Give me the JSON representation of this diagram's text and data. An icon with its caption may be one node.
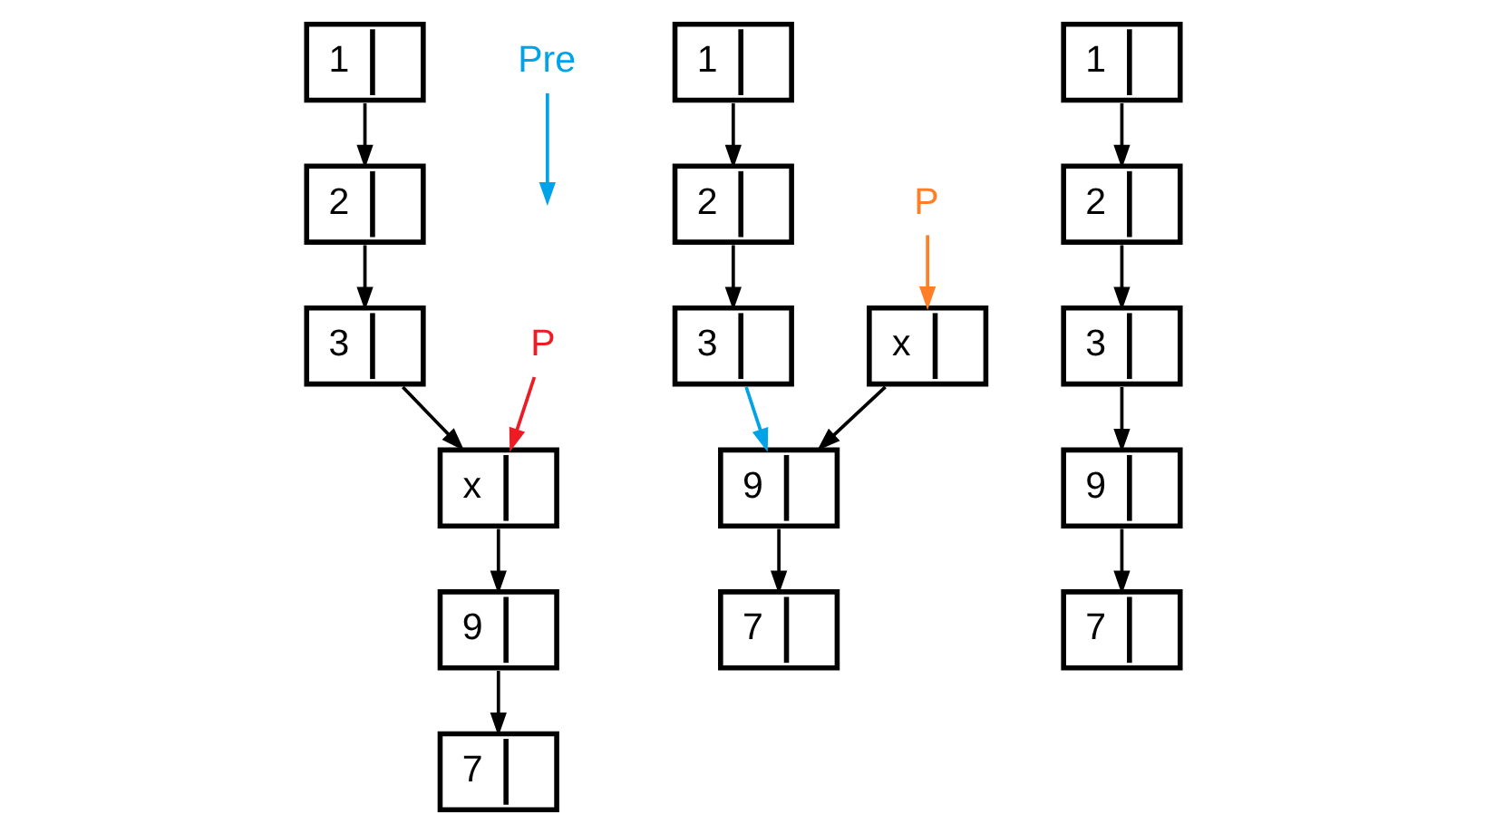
{
  "diagram": {
    "nodes": [
      {
        "text": [
          "1"
        ]
      },
      {
        "text": [
          "2"
        ]
      },
      {
        "text": [
          "P"
        ]
      },
      {
        "text": [
          "x"
        ]
      },
      {
        "text": [
          "3"
        ]
      },
      {
        "text": [
          "Pre"
        ]
      },
      {
        "text": [
          "9"
        ]
      },
      {
        "text": [
          "7"
        ]
      },
      {
        "text": [
          "1"
        ]
      },
      {
        "text": [
          "2"
        ]
      },
      {
        "text": [
          "P"
        ]
      },
      {
        "text": [
          "x"
        ]
      },
      {
        "text": [
          "3"
        ]
      },
      {
        "text": [
          "9"
        ]
      },
      {
        "text": [
          "7"
        ]
      },
      {
        "text": [
          "1"
        ]
      },
      {
        "text": [
          "2"
        ]
      },
      {
        "text": [
          "3"
        ]
      },
      {
        "text": [
          "9"
        ]
      },
      {
        "text": [
          "7"
        ]
      }
    ],
    "edges": [
      {
        "from": 0,
        "to": 1,
        "arrow": "to"
      },
      {
        "from": 1,
        "to": 4,
        "arrow": "to"
      },
      {
        "from": 4,
        "to": 3,
        "arrow": "to"
      },
      {
        "from": 3,
        "to": 6,
        "arrow": "to"
      },
      {
        "from": 6,
        "to": 7,
        "arrow": "to"
      },
      {
        "from": 2,
        "to": 3,
        "arrow": "to",
        "color": "#ed1c24"
      },
      {
        "from": 5,
        "to": null,
        "arrow": "to",
        "color": "#00a2e8"
      },
      {
        "from": 8,
        "to": 9,
        "arrow": "to"
      },
      {
        "from": 9,
        "to": 12,
        "arrow": "to"
      },
      {
        "from": 11,
        "to": 13,
        "arrow": "to"
      },
      {
        "from": 12,
        "to": 13,
        "arrow": "to",
        "color": "#00a2e8"
      },
      {
        "from": 13,
        "to": 14,
        "arrow": "to"
      },
      {
        "from": 10,
        "to": 11,
        "arrow": "to",
        "color": "#ff7f27"
      },
      {
        "from": 15,
        "to": 16,
        "arrow": "to"
      },
      {
        "from": 16,
        "to": 17,
        "arrow": "to"
      },
      {
        "from": 17,
        "to": 18,
        "arrow": "to"
      },
      {
        "from": 18,
        "to": 19,
        "arrow": "to"
      }
    ]
  }
}
